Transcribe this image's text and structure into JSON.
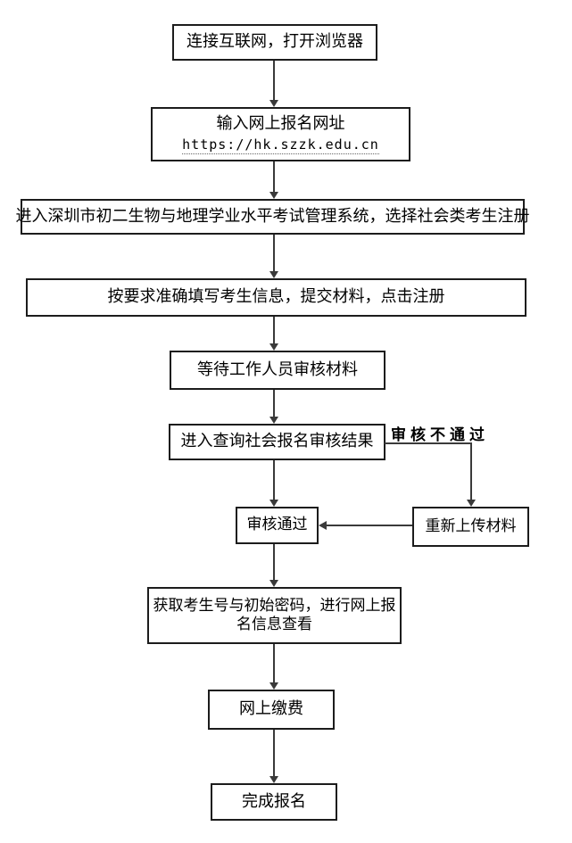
{
  "flowchart": {
    "nodes": [
      {
        "label": "连接互联网，打开浏览器"
      },
      {
        "label": "输入网上报名网址",
        "url": "https://hk.szzk.edu.cn"
      },
      {
        "label": "进入深圳市初二生物与地理学业水平考试管理系统，选择社会类考生注册"
      },
      {
        "label": "按要求准确填写考生信息，提交材料，点击注册"
      },
      {
        "label": "等待工作人员审核材料"
      },
      {
        "label": "进入查询社会报名审核结果"
      },
      {
        "label": "审核通过"
      },
      {
        "label": "重新上传材料"
      },
      {
        "label": "获取考生号与初始密码，进行网上报名信息查看"
      },
      {
        "label": "网上缴费"
      },
      {
        "label": "完成报名"
      }
    ],
    "edge_labels": {
      "reject": "审核不通过"
    },
    "colors": {
      "box_border": "#1c1c1c",
      "connector_line": "#3a3a3a",
      "text": "#000000",
      "background": "#ffffff"
    }
  }
}
